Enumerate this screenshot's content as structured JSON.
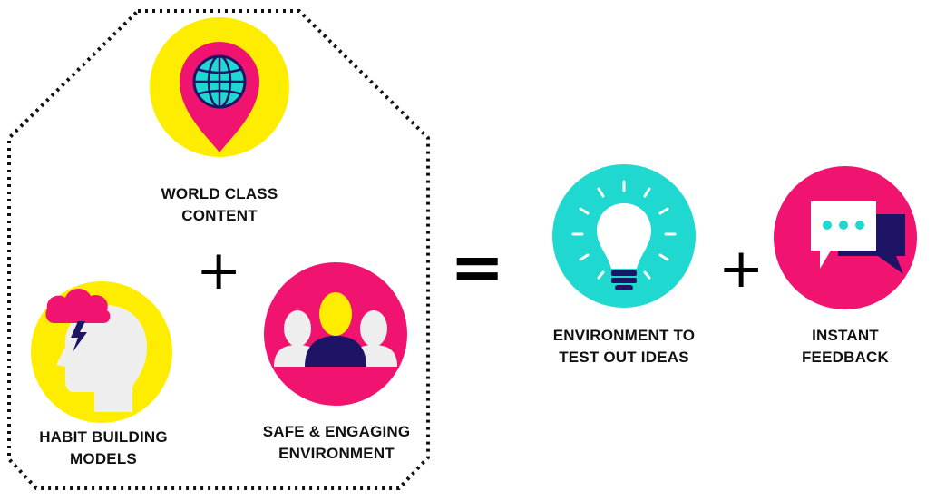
{
  "left_group": {
    "world_class": {
      "line1": "WORLD CLASS",
      "line2": "CONTENT",
      "icon": "globe-location-pin-icon"
    },
    "habit": {
      "line1": "HABIT BUILDING",
      "line2": "MODELS",
      "icon": "head-thought-cloud-icon"
    },
    "safe": {
      "line1": "SAFE & ENGAGING",
      "line2": "ENVIRONMENT",
      "icon": "people-group-icon"
    }
  },
  "right_group": {
    "environment": {
      "line1": "ENVIRONMENT TO",
      "line2": "TEST OUT IDEAS",
      "icon": "lightbulb-icon"
    },
    "feedback": {
      "line1": "INSTANT",
      "line2": "FEEDBACK",
      "icon": "chat-bubbles-icon"
    }
  },
  "operators": {
    "plus": "+",
    "equals": "="
  },
  "colors": {
    "yellow": "#FFED00",
    "pink": "#F0136F",
    "teal": "#1FD8CF",
    "navy": "#1E1466",
    "light_gray": "#EEEEEE"
  }
}
